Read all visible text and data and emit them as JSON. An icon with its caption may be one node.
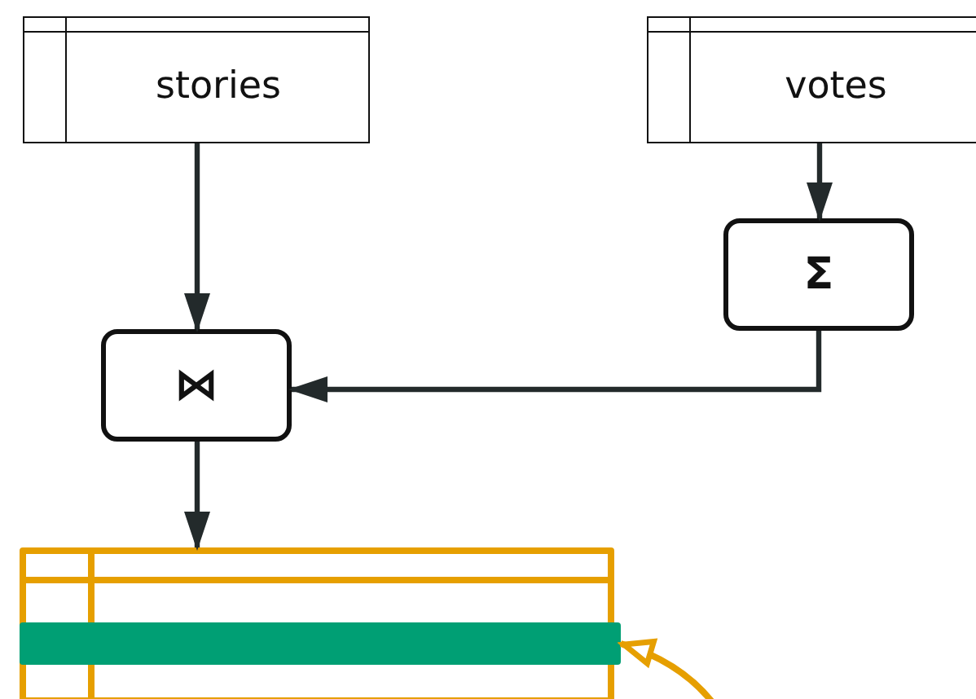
{
  "diagram": {
    "nodes": [
      {
        "text": [
          "stories"
        ]
      },
      {
        "text": [
          "votes"
        ]
      },
      {
        "text": [
          "Σ"
        ]
      },
      {
        "text": [
          "⋈"
        ]
      },
      {
        "text": [],
        "shape": "box"
      },
      {
        "text": [],
        "shape": "bar",
        "in": 4
      }
    ],
    "edges": [
      {
        "from": 0,
        "to": 3,
        "arrow": "to"
      },
      {
        "from": 1,
        "to": 2,
        "arrow": "to"
      },
      {
        "from": 2,
        "to": 3,
        "arrow": "to"
      },
      {
        "from": 3,
        "to": 4,
        "arrow": "to"
      },
      {
        "from": null,
        "to": 5,
        "arrow": "to",
        "color": "#e69f00"
      }
    ]
  }
}
